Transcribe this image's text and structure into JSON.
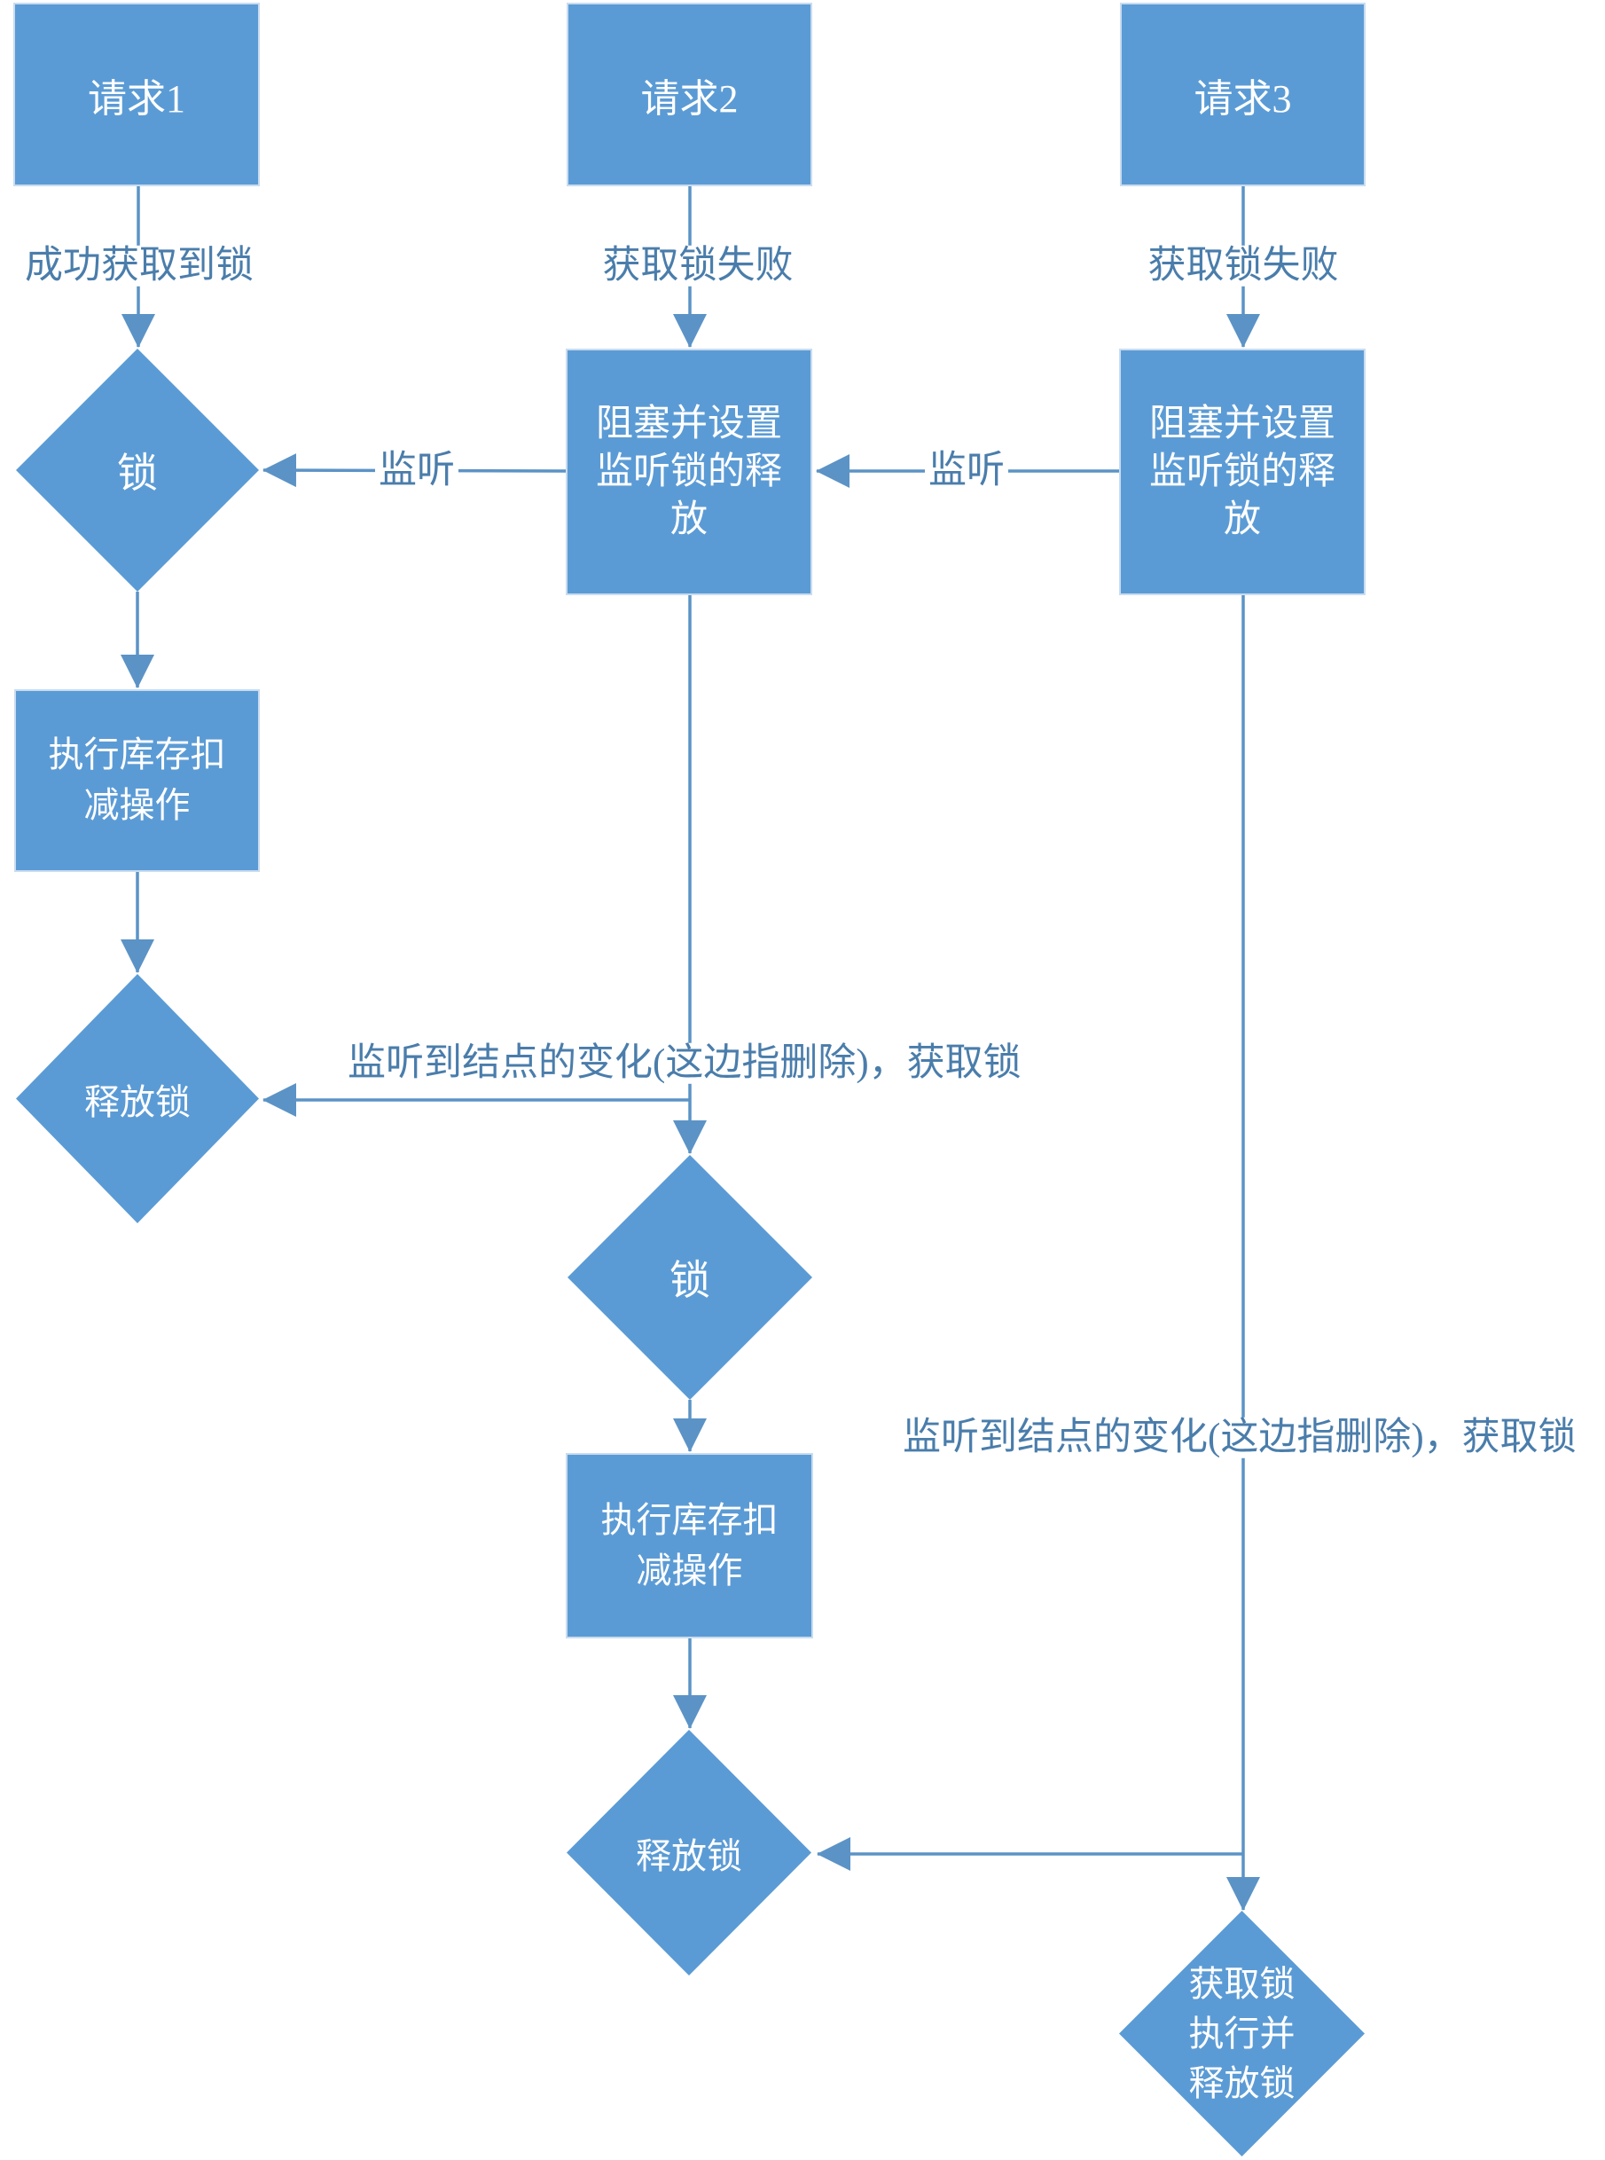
{
  "diagram": {
    "background": "#ffffff",
    "colors": {
      "shape_fill": "#5b9bd5",
      "shape_border": "#c9dcf0",
      "connector": "#5b93c6",
      "label_text": "#4a7dab",
      "shape_text": "#ffffff"
    },
    "nodes": {
      "req1": {
        "label": "请求1"
      },
      "req2": {
        "label": "请求2"
      },
      "req3": {
        "label": "请求3"
      },
      "lock1": {
        "label": "锁"
      },
      "block2": {
        "label": "阻塞并设置\n监听锁的释\n放"
      },
      "block3": {
        "label": "阻塞并设置\n监听锁的释\n放"
      },
      "exec1": {
        "label": "执行库存扣\n减操作"
      },
      "release1": {
        "label": "释放锁"
      },
      "lock2": {
        "label": "锁"
      },
      "exec2": {
        "label": "执行库存扣\n减操作"
      },
      "release2": {
        "label": "释放锁"
      },
      "final3": {
        "label": "获取锁\n执行并\n释放锁"
      }
    },
    "edge_labels": {
      "acquire_success": "成功获取到锁",
      "acquire_fail_2": "获取锁失败",
      "acquire_fail_3": "获取锁失败",
      "listen_2to1": "监听",
      "listen_3to2": "监听",
      "node_change_2": "监听到结点的变化(这边指删除)，获取锁",
      "node_change_3": "监听到结点的变化(这边指删除)，获取锁"
    }
  }
}
